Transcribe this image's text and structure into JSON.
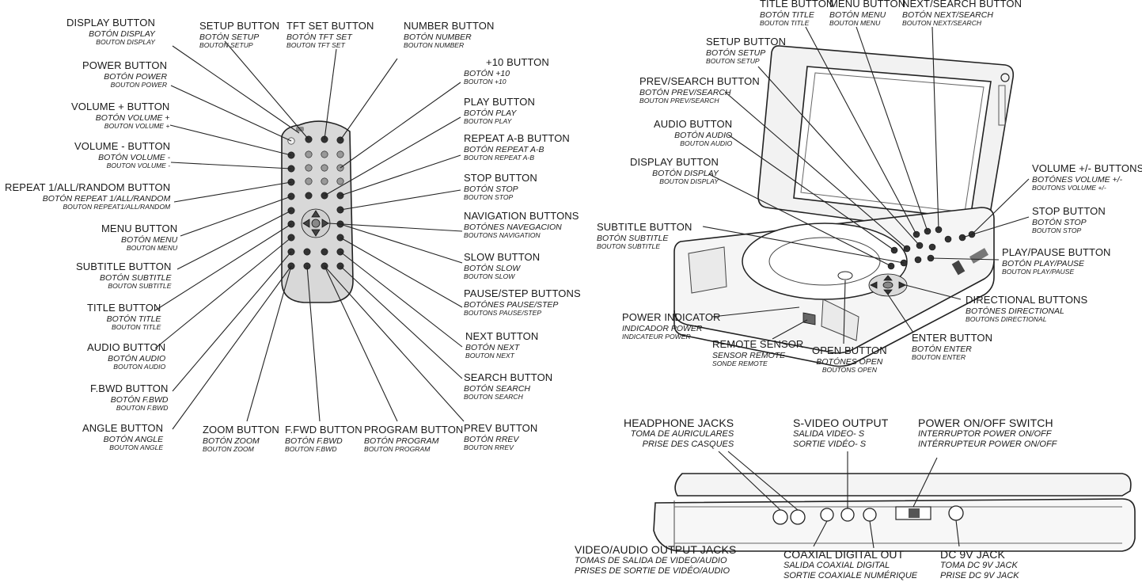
{
  "remote_labels": {
    "display": {
      "en": "DISPLAY BUTTON",
      "es": "BOTÓN DISPLAY",
      "fr": "BOUTON DISPLAY"
    },
    "power": {
      "en": "POWER BUTTON",
      "es": "BOTÓN POWER",
      "fr": "BOUTON POWER"
    },
    "vol_plus": {
      "en": "VOLUME + BUTTON",
      "es": "BOTÓN VOLUME +",
      "fr": "BOUTON VOLUME +"
    },
    "vol_minus": {
      "en": "VOLUME - BUTTON",
      "es": "BOTÓN VOLUME -",
      "fr": "BOUTON VOLUME -"
    },
    "repeat": {
      "en": "REPEAT 1/ALL/RANDOM BUTTON",
      "es": "BOTÓN REPEAT 1/ALL/RANDOM",
      "fr": "BOUTON REPEAT1/ALL/RANDOM"
    },
    "menu": {
      "en": "MENU BUTTON",
      "es": "BOTÓN MENU",
      "fr": "BOUTON MENU"
    },
    "subtitle": {
      "en": "SUBTITLE BUTTON",
      "es": "BOTÓN SUBTITLE",
      "fr": "BOUTON SUBTITLE"
    },
    "title": {
      "en": "TITLE BUTTON",
      "es": "BOTÓN TITLE",
      "fr": "BOUTON TITLE"
    },
    "audio": {
      "en": "AUDIO BUTTON",
      "es": "BOTÓN AUDIO",
      "fr": "BOUTON AUDIO"
    },
    "fbwd": {
      "en": "F.BWD BUTTON",
      "es": "BOTÓN F.BWD",
      "fr": "BOUTON F.BWD"
    },
    "angle": {
      "en": "ANGLE BUTTON",
      "es": "BOTÓN ANGLE",
      "fr": "BOUTON ANGLE"
    },
    "setup": {
      "en": "SETUP BUTTON",
      "es": "BOTÓN SETUP",
      "fr": "BOUTON SETUP"
    },
    "tftset": {
      "en": "TFT SET BUTTON",
      "es": "BOTÓN TFT SET",
      "fr": "BOUTON TFT SET"
    },
    "number": {
      "en": "NUMBER BUTTON",
      "es": "BOTÓN NUMBER",
      "fr": "BOUTON NUMBER"
    },
    "plus10": {
      "en": "+10 BUTTON",
      "es": "BOTÓN +10",
      "fr": "BOUTON +10"
    },
    "play": {
      "en": "PLAY BUTTON",
      "es": "BOTÓN PLAY",
      "fr": "BOUTON PLAY"
    },
    "repeat_ab": {
      "en": "REPEAT A-B BUTTON",
      "es": "BOTÓN REPEAT A-B",
      "fr": "BOUTON REPEAT A-B"
    },
    "stop": {
      "en": "STOP BUTTON",
      "es": "BOTÓN STOP",
      "fr": "BOUTON STOP"
    },
    "navigation": {
      "en": "NAVIGATION BUTTONS",
      "es": "BOTÓNES NAVEGACION",
      "fr": "BOUTONS NAVIGATION"
    },
    "slow": {
      "en": "SLOW BUTTON",
      "es": "BOTÓN SLOW",
      "fr": "BOUTON SLOW"
    },
    "pause_step": {
      "en": "PAUSE/STEP BUTTONS",
      "es": "BOTÓNES PAUSE/STEP",
      "fr": "BOUTONS PAUSE/STEP"
    },
    "next": {
      "en": "NEXT BUTTON",
      "es": "BOTÓN NEXT",
      "fr": "BOUTON NEXT"
    },
    "search": {
      "en": "SEARCH BUTTON",
      "es": "BOTÓN SEARCH",
      "fr": "BOUTON SEARCH"
    },
    "prev": {
      "en": "PREV BUTTON",
      "es": "BOTÓN RREV",
      "fr": "BOUTON RREV"
    },
    "zoom": {
      "en": "ZOOM BUTTON",
      "es": "BOTÓN ZOOM",
      "fr": "BOUTON ZOOM"
    },
    "ffwd": {
      "en": "F.FWD BUTTON",
      "es": "BOTÓN F.BWD",
      "fr": "BOUTON F.BWD"
    },
    "program": {
      "en": "PROGRAM BUTTON",
      "es": "BOTÓN PROGRAM",
      "fr": "BOUTON PROGRAM"
    }
  },
  "player_labels": {
    "title": {
      "en": "TITLE BUTTON",
      "es": "BOTÓN TITLE",
      "fr": "BOUTON TITLE"
    },
    "menu": {
      "en": "MENU BUTTON",
      "es": "BOTÓN MENU",
      "fr": "BOUTON MENU"
    },
    "next_search": {
      "en": "NEXT/SEARCH BUTTON",
      "es": "BOTÓN NEXT/SEARCH",
      "fr": "BOUTON NEXT/SEARCH"
    },
    "setup": {
      "en": "SETUP BUTTON",
      "es": "BOTÓN SETUP",
      "fr": "BOUTON SETUP"
    },
    "prev_search": {
      "en": "PREV/SEARCH BUTTON",
      "es": "BOTÓN PREV/SEARCH",
      "fr": "BOUTON PREV/SEARCH"
    },
    "audio": {
      "en": "AUDIO BUTTON",
      "es": "BOTÓN AUDIO",
      "fr": "BOUTON AUDIO"
    },
    "display": {
      "en": "DISPLAY BUTTON",
      "es": "BOTÓN DISPLAY",
      "fr": "BOUTON DISPLAY"
    },
    "subtitle": {
      "en": "SUBTITLE BUTTON",
      "es": "BOTÓN SUBTITLE",
      "fr": "BOUTON SUBTITLE"
    },
    "volume": {
      "en": "VOLUME +/- BUTTONS",
      "es": "BOTÓNES VOLUME +/-",
      "fr": "BOUTONS VOLUME +/-"
    },
    "stop": {
      "en": "STOP BUTTON",
      "es": "BOTÓN STOP",
      "fr": "BOUTON STOP"
    },
    "play_pause": {
      "en": "PLAY/PAUSE BUTTON",
      "es": "BOTÓN PLAY/PAUSE",
      "fr": "BOUTON PLAY/PAUSE"
    },
    "directional": {
      "en": "DIRECTIONAL BUTTONS",
      "es": "BOTÓNES DIRECTIONAL",
      "fr": "BOUTONS DIRECTIONAL"
    },
    "power_ind": {
      "en": "POWER INDICATOR",
      "es": "INDICADOR POWER",
      "fr": "INDICATEUR POWER"
    },
    "remote_sensor": {
      "en": "REMOTE SENSOR",
      "es": "SENSOR REMOTE",
      "fr": "SONDE REMOTE"
    },
    "open": {
      "en": "OPEN BUTTON",
      "es": "BOTÓNES OPEN",
      "fr": "BOUTONS OPEN"
    },
    "enter": {
      "en": "ENTER BUTTON",
      "es": "BOTÓN ENTER",
      "fr": "BOUTON ENTER"
    }
  },
  "side_labels": {
    "headphone": {
      "en": "HEADPHONE JACKS",
      "es": "TOMA DE AURICULARES",
      "fr": "PRISE DES CASQUES"
    },
    "svideo": {
      "en": "S-VIDEO OUTPUT",
      "es": "SALIDA VIDEO- S",
      "fr": "SORTIE VIDÉO- S"
    },
    "power_sw": {
      "en": "POWER ON/OFF SWITCH",
      "es": "INTERRUPTOR POWER ON/OFF",
      "fr": "INTÉRRUPTEUR POWER ON/OFF"
    },
    "va_out": {
      "en": "VIDEO/AUDIO OUTPUT JACKS",
      "es": "TOMAS DE SALIDA DE VIDEO/AUDIO",
      "fr": "PRISES DE SORTIE DE VIDÉO/AUDIO"
    },
    "coax": {
      "en": "COAXIAL DIGITAL OUT",
      "es": "SALIDA COAXIAL DIGITAL",
      "fr": "SORTIE COAXIALE NUMÉRIQUE"
    },
    "dc": {
      "en": "DC 9V JACK",
      "es": "TOMA DC 9V JACK",
      "fr": "PRISE DC 9V JACK"
    }
  }
}
